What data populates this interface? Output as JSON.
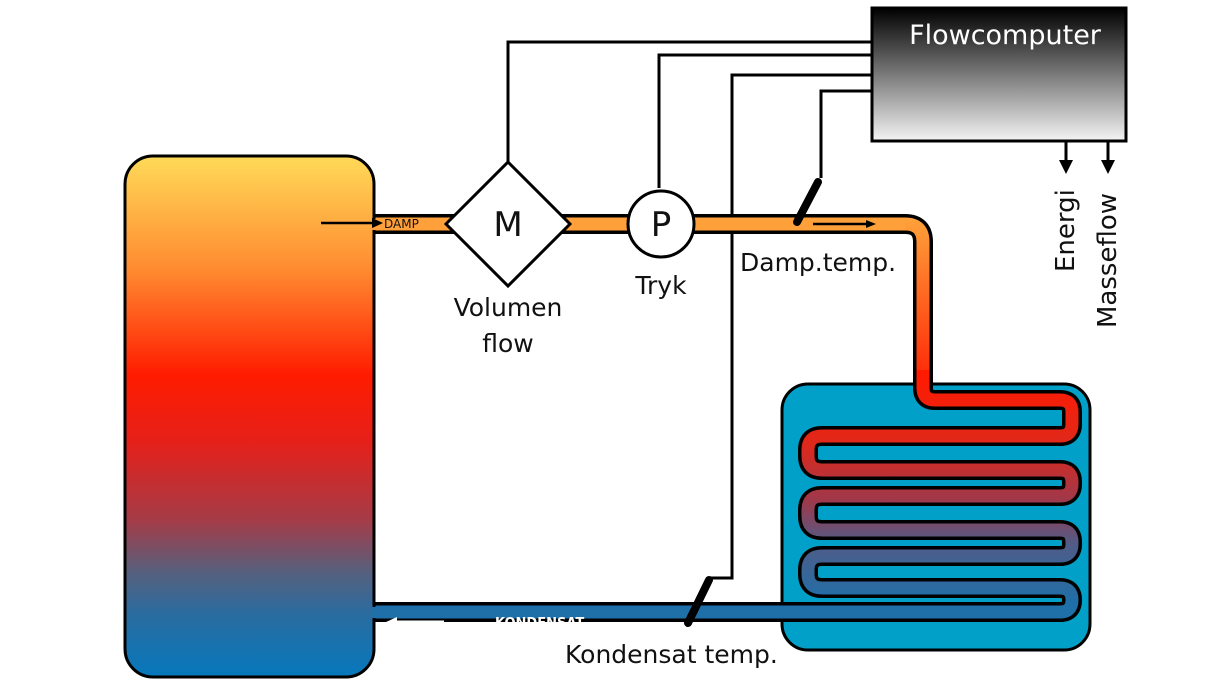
{
  "diagram": {
    "title": "Steam flow energy metering",
    "flowcomputer": {
      "label": "Flowcomputer"
    },
    "outputs": [
      {
        "label": "Energi"
      },
      {
        "label": "Masseflow"
      }
    ],
    "pipes": {
      "steam_label": "DAMP",
      "condensate_label": "KONDENSAT"
    },
    "instruments": {
      "volume_meter": {
        "symbol": "M",
        "label_line1": "Volumen",
        "label_line2": "flow"
      },
      "pressure": {
        "symbol": "P",
        "label": "Tryk"
      },
      "steam_temp": {
        "label": "Damp.temp."
      },
      "condensate_temp": {
        "label": "Kondensat temp."
      }
    },
    "colors": {
      "steam_pipe": "#ffa03a",
      "hot": "#ff1a00",
      "cold": "#1f6fa8",
      "exchanger_water": "#00a0c8",
      "tank_top": "#ffd95a",
      "tank_bottom": "#0878bb"
    }
  }
}
